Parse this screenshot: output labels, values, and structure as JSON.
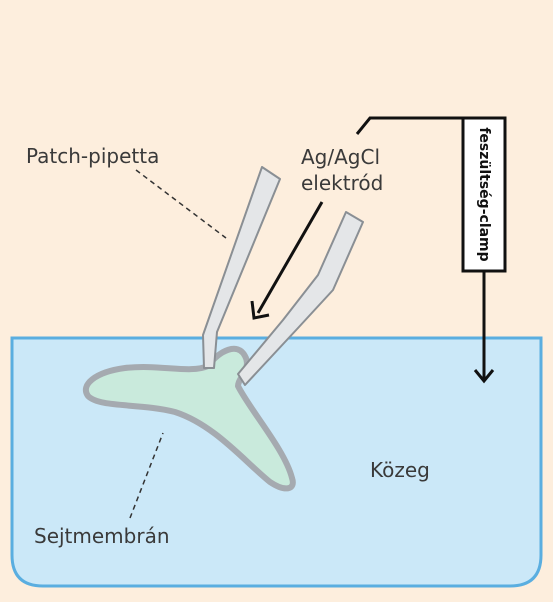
{
  "labels": {
    "pipette": "Patch-pipetta",
    "electrode_line1": "Ag/AgCl",
    "electrode_line2": "elektród",
    "clamp": "feszültség-clamp",
    "medium": "Közeg",
    "membrane": "Sejtmembrán"
  },
  "colors": {
    "background": "#fdeedd",
    "medium_fill": "#cbe8f8",
    "medium_stroke": "#5aaee0",
    "cell_fill": "#c9eadc",
    "membrane_stroke": "#a5aab0",
    "pipette_fill": "#e4e6e8",
    "pipette_stroke": "#8a8f94",
    "line": "#111111"
  }
}
